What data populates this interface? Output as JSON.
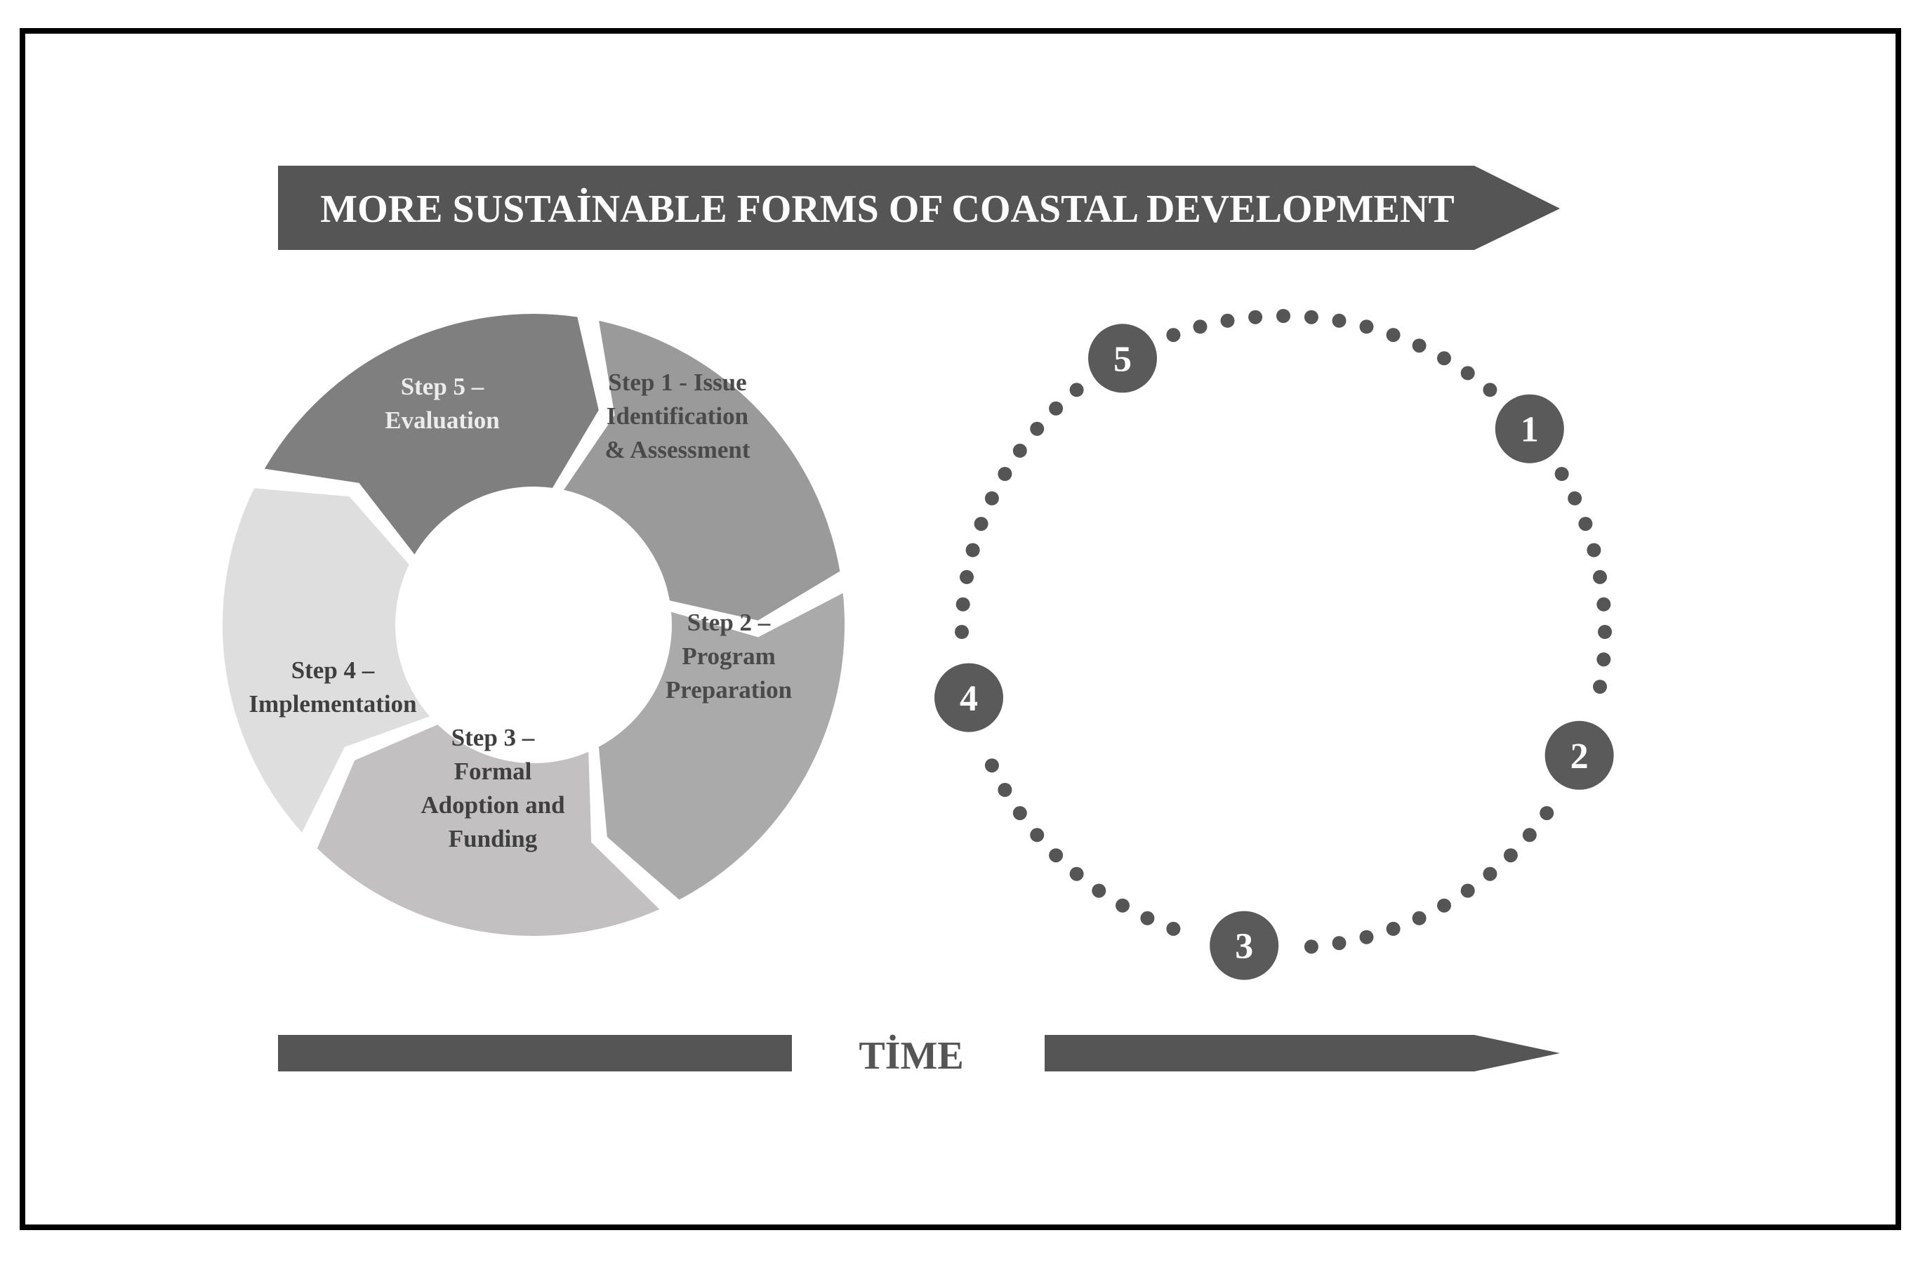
{
  "banner": {
    "title": "MORE SUSTAİNABLE FORMS OF COASTAL DEVELOPMENT"
  },
  "cycle": {
    "steps": [
      {
        "lines": [
          "Step 1 - Issue",
          "Identification",
          "& Assessment"
        ],
        "fill": "#9a9a9a",
        "text_color": "#4a4a4a"
      },
      {
        "lines": [
          "Step 2 –",
          "Program",
          "Preparation"
        ],
        "fill": "#aaaaaa",
        "text_color": "#4a4a4a"
      },
      {
        "lines": [
          "Step 3 –",
          "Formal",
          "Adoption and",
          "Funding"
        ],
        "fill": "#c2c0c1",
        "text_color": "#3f3f3f"
      },
      {
        "lines": [
          "Step 4 –",
          "Implementation"
        ],
        "fill": "#dedede",
        "text_color": "#3f3f3f"
      },
      {
        "lines": [
          "Step 5 –",
          "Evaluation"
        ],
        "fill": "#7f7f7f",
        "text_color": "#ececec"
      }
    ]
  },
  "dotted_circle": {
    "markers": [
      "1",
      "2",
      "3",
      "4",
      "5"
    ],
    "marker_color": "#5a5a5a",
    "dot_color": "#555555"
  },
  "timeline": {
    "label": "TİME",
    "bar_color": "#555555"
  }
}
